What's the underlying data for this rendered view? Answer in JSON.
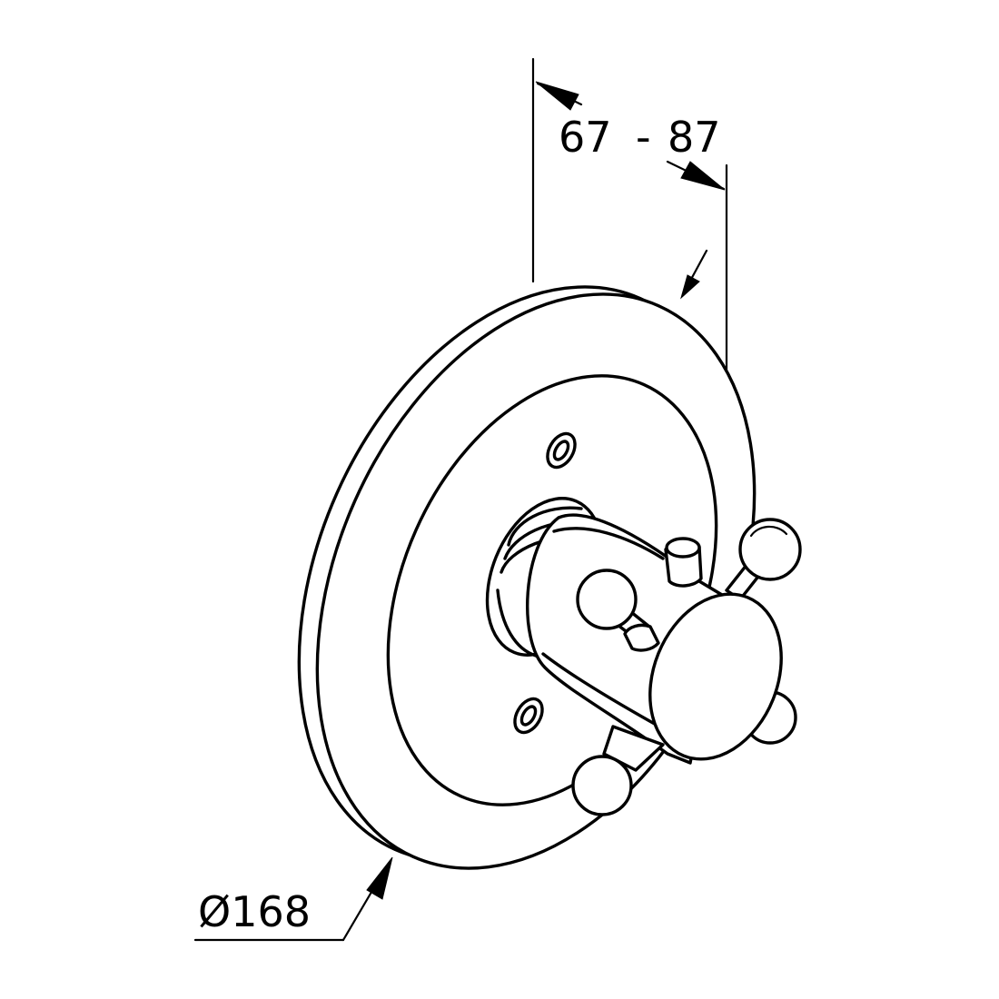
{
  "drawing": {
    "line_color": "#000000",
    "background": "#ffffff"
  },
  "dimensions": {
    "depth_min": "67",
    "depth_sep": "-",
    "depth_max": "87",
    "diameter": "Ø168"
  }
}
